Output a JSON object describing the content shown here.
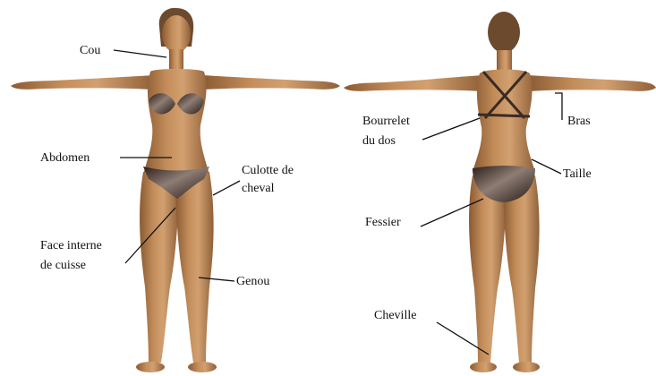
{
  "colors": {
    "skin": "#b98350",
    "skin_shadow": "#8a5a33",
    "skin_light": "#d9a574",
    "hair": "#6b4a2e",
    "bikini": "#3a2a24",
    "bikini_highlight": "#9a8a82",
    "line": "#111111",
    "background": "#ffffff"
  },
  "figures": {
    "front": {
      "name": "front-view-figure"
    },
    "back": {
      "name": "back-view-figure"
    }
  },
  "labels": {
    "cou": "Cou",
    "abdomen": "Abdomen",
    "culotte_line1": "Culotte de",
    "culotte_line2": "cheval",
    "face_interne_line1": "Face interne",
    "face_interne_line2": "de cuisse",
    "genou": "Genou",
    "bourrelet_line1": "Bourrelet",
    "bourrelet_line2": "du dos",
    "bras": "Bras",
    "taille": "Taille",
    "fessier": "Fessier",
    "cheville": "Cheville"
  }
}
